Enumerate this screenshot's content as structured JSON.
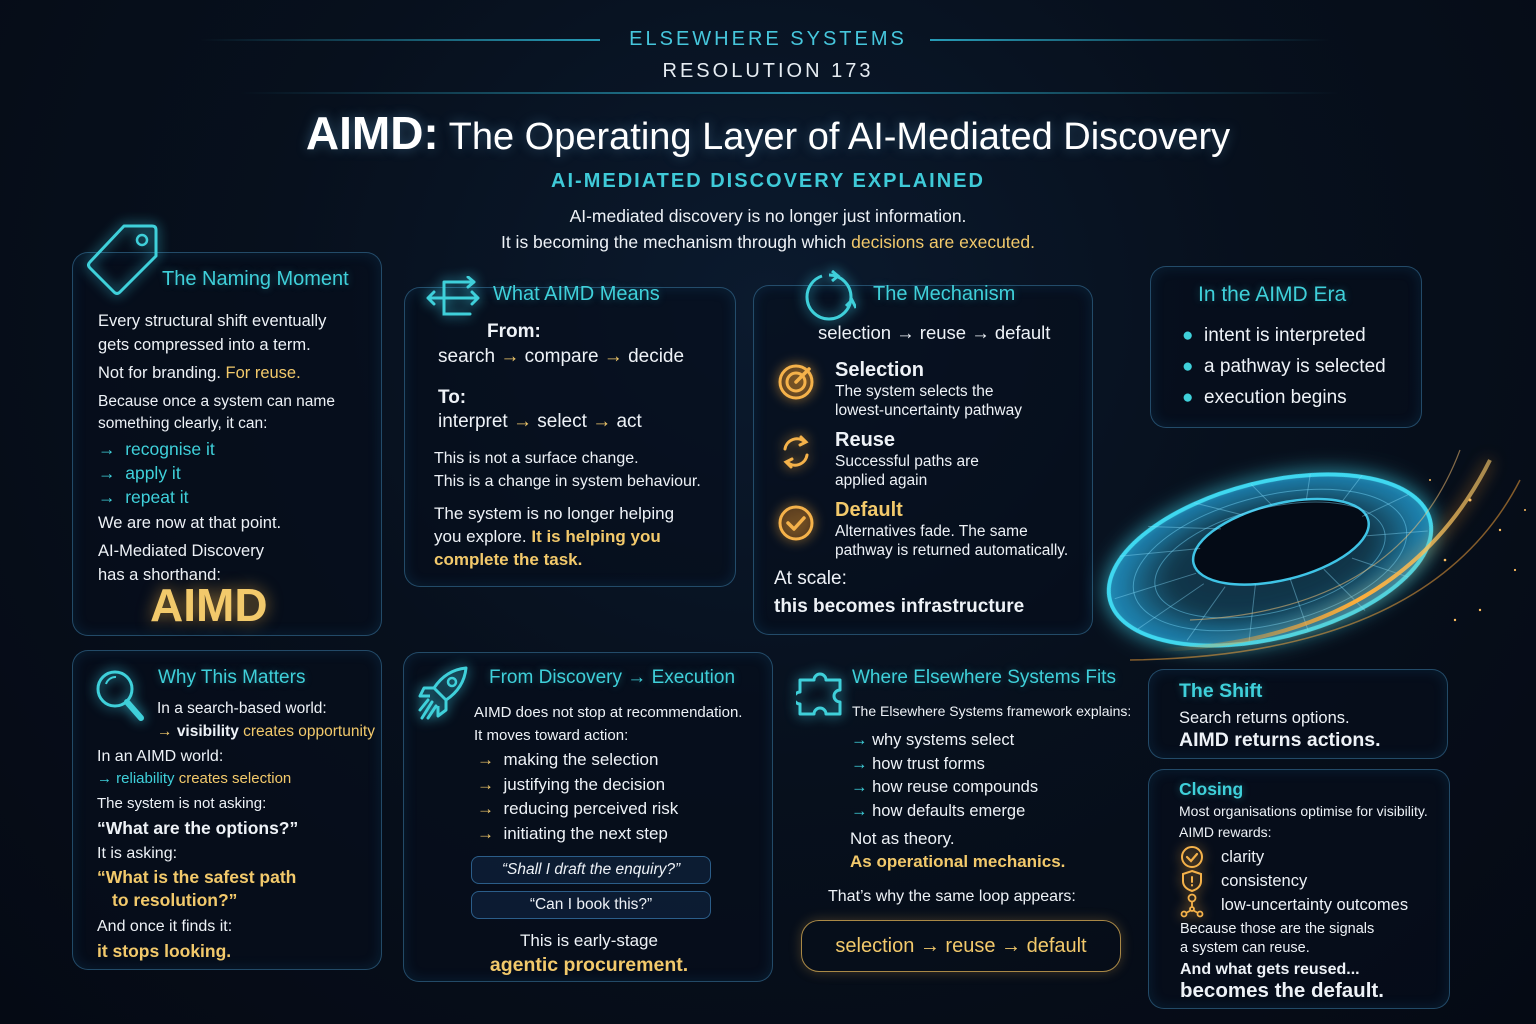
{
  "header": {
    "brand": "ELSEWHERE SYSTEMS",
    "resolution": "RESOLUTION 173",
    "title_prefix": "AIMD:",
    "title_rest": " The Operating Layer of AI-Mediated Discovery",
    "subtitle": "AI-MEDIATED DISCOVERY EXPLAINED",
    "intro_line1": "AI-mediated discovery is no longer just information.",
    "intro_line2_plain": "It is becoming the mechanism through which ",
    "intro_line2_highlight": "decisions are executed."
  },
  "naming_moment": {
    "icon": "tag-icon",
    "title": "The Naming Moment",
    "p1_l1": "Every structural shift eventually",
    "p1_l2": "gets compressed into a term.",
    "p2_plain": "Not for branding. ",
    "p2_highlight": "For reuse.",
    "p3_l1": "Because once a system can name",
    "p3_l2": "something clearly, it can:",
    "list": [
      "recognise it",
      "apply it",
      "repeat it"
    ],
    "arrow": "→",
    "p4": "We are now at that point.",
    "p5_l1": "AI-Mediated Discovery",
    "p5_l2": "has a shorthand:",
    "acronym": "AIMD"
  },
  "what_means": {
    "icon": "arrows-branch-icon",
    "title": "What AIMD Means",
    "from_label": "From:",
    "from_steps": [
      "search",
      "compare",
      "decide"
    ],
    "to_label": "To:",
    "to_steps": [
      "interpret",
      "select",
      "act"
    ],
    "arrow": "→",
    "p1_l1": "This is not a surface change.",
    "p1_l2": "This is a change in system behaviour.",
    "p2_l1": "The system is no longer helping",
    "p2_l2_plain": "you explore. ",
    "p2_l2_highlight": "It is helping you",
    "p2_l3_highlight": "complete the task."
  },
  "mechanism": {
    "icon": "cycle-icon",
    "title": "The Mechanism",
    "loop": "selection → reuse → default",
    "items": [
      {
        "icon": "target-icon",
        "title": "Selection",
        "l1": "The system selects the",
        "l2": "lowest-uncertainty pathway"
      },
      {
        "icon": "refresh-icon",
        "title": "Reuse",
        "l1": "Successful paths are",
        "l2": "applied again"
      },
      {
        "icon": "check-circle-icon",
        "title": "Default",
        "l1": "Alternatives fade. The same",
        "l2": "pathway is returned automatically."
      }
    ],
    "scale_label": "At scale:",
    "scale_highlight": "this becomes infrastructure"
  },
  "era": {
    "title": "In the AIMD Era",
    "bullets": [
      "intent is interpreted",
      "a pathway is selected",
      "execution begins"
    ]
  },
  "why_matters": {
    "icon": "magnifier-icon",
    "title": "Why This Matters",
    "l1": "In a search-based world:",
    "l2_arrow": "→",
    "l2_key": "visibility",
    "l2_rest": " creates opportunity",
    "l3": "In an AIMD world:",
    "l4_arrow": "→",
    "l4_key": "reliability",
    "l4_rest": " creates selection",
    "l5": "The system is not asking:",
    "l6": "“What are the options?”",
    "l7": "It is asking:",
    "l8": "“What is the safest path",
    "l9": "to resolution?”",
    "l10": "And once it finds it:",
    "l11": "it stops looking."
  },
  "discovery_execution": {
    "icon": "rocket-icon",
    "title": "From Discovery → Execution",
    "l1": "AIMD does not stop at recommendation.",
    "l2": "It moves toward action:",
    "arrow": "→",
    "list": [
      "making the selection",
      "justifying the decision",
      "reducing perceived risk",
      "initiating the next step"
    ],
    "prompt1": "“Shall I draft the enquiry?”",
    "prompt2": "“Can I book this?”",
    "closing_l1": "This is early-stage",
    "closing_l2": "agentic procurement."
  },
  "elsewhere_fits": {
    "icon": "puzzle-icon",
    "title": "Where Elsewhere Systems Fits",
    "l1": "The Elsewhere Systems framework explains:",
    "arrow": "→",
    "list": [
      "why systems select",
      "how trust forms",
      "how reuse compounds",
      "how defaults emerge"
    ],
    "l2": "Not as theory.",
    "l3": "As operational mechanics.",
    "l4": "That’s why the same loop appears:",
    "loop": "selection → reuse → default"
  },
  "shift": {
    "title": "The Shift",
    "l1": "Search returns options.",
    "l2": "AIMD returns actions."
  },
  "closing": {
    "title": "Closing",
    "l1": "Most organisations optimise for visibility.",
    "l2": "AIMD rewards:",
    "rewards": [
      {
        "icon": "check-circle-icon",
        "label": "clarity"
      },
      {
        "icon": "shield-icon",
        "label": "consistency"
      },
      {
        "icon": "network-icon",
        "label": "low-uncertainty outcomes"
      }
    ],
    "l3": "Because those are the signals",
    "l4": "a system can reuse.",
    "l5": "And what gets reused...",
    "l6": "becomes the default."
  },
  "colors": {
    "accent_cyan": "#3fd0da",
    "accent_gold": "#f2c96b",
    "background": "#07101d"
  }
}
